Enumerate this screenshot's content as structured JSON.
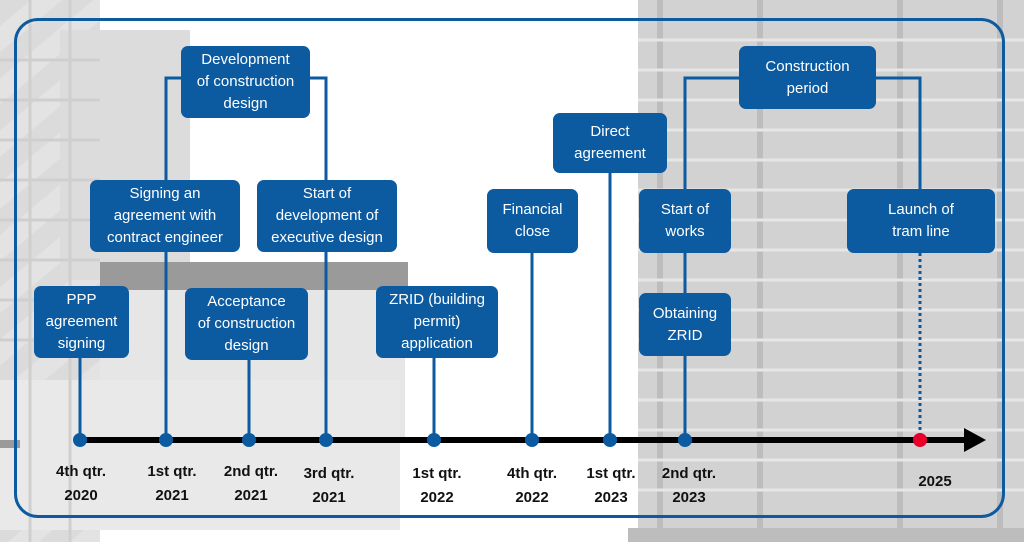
{
  "milestones": [
    {
      "id": "ppp",
      "label": "PPP\nagreement\nsigning",
      "date": "4th qtr.\n2020"
    },
    {
      "id": "engineer",
      "label": "Signing an\nagreement with\ncontract engineer",
      "date": "1st qtr.\n2021"
    },
    {
      "id": "construction-design",
      "label": "Development\nof construction\ndesign",
      "date": ""
    },
    {
      "id": "acceptance",
      "label": "Acceptance\nof construction\ndesign",
      "date": "2nd qtr.\n2021"
    },
    {
      "id": "executive",
      "label": "Start of\ndevelopment of\nexecutive design",
      "date": "3rd qtr.\n2021"
    },
    {
      "id": "zrid-application",
      "label": "ZRID (building\npermit)\napplication",
      "date": "1st qtr.\n2022"
    },
    {
      "id": "financial-close",
      "label": "Financial\nclose",
      "date": "4th qtr.\n2022"
    },
    {
      "id": "direct-agreement",
      "label": "Direct\nagreement",
      "date": "1st qtr.\n2023"
    },
    {
      "id": "start-works",
      "label": "Start of\nworks",
      "date": "2nd qtr.\n2023"
    },
    {
      "id": "obtaining-zrid",
      "label": "Obtaining\nZRID",
      "date": ""
    },
    {
      "id": "construction-period",
      "label": "Construction\nperiod",
      "date": ""
    },
    {
      "id": "launch",
      "label": "Launch of\ntram line",
      "date": "2025"
    }
  ],
  "colors": {
    "accent": "#0c5aa0",
    "axis": "#000000",
    "launch_marker": "#e8002a"
  }
}
